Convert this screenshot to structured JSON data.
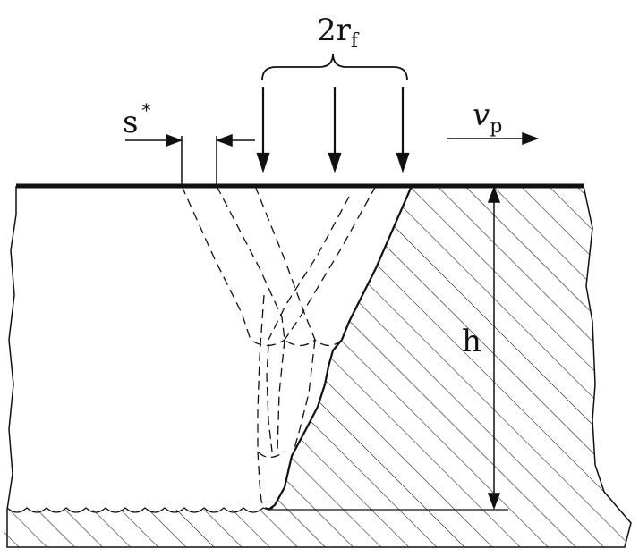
{
  "labels": {
    "beam_width_main": "2r",
    "beam_width_sub": "f",
    "step_main": "s",
    "step_sup": "*",
    "velocity_main": "v",
    "velocity_sub": "p",
    "depth": "h"
  },
  "colors": {
    "line": "#111111",
    "background": "#ffffff"
  }
}
